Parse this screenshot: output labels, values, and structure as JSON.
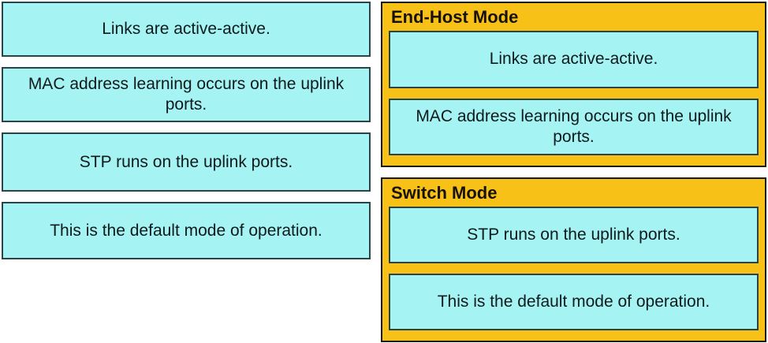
{
  "colors": {
    "gold_fill": "#F8C118",
    "gold_border": "#1C1A10",
    "cyan_fill": "#A6F3F3",
    "box_border": "#2B4447",
    "text": "#0E1A1C"
  },
  "left_options": [
    {
      "label": "Links are active-active."
    },
    {
      "label": "MAC address learning occurs on the uplink ports."
    },
    {
      "label": "STP runs on the uplink ports."
    },
    {
      "label": "This is the default mode of operation."
    }
  ],
  "groups": [
    {
      "title": "End-Host Mode",
      "items": [
        "Links are active-active.",
        "MAC address learning occurs on the uplink ports."
      ]
    },
    {
      "title": "Switch Mode",
      "items": [
        "STP runs on the uplink ports.",
        "This is the default mode of operation."
      ]
    }
  ]
}
